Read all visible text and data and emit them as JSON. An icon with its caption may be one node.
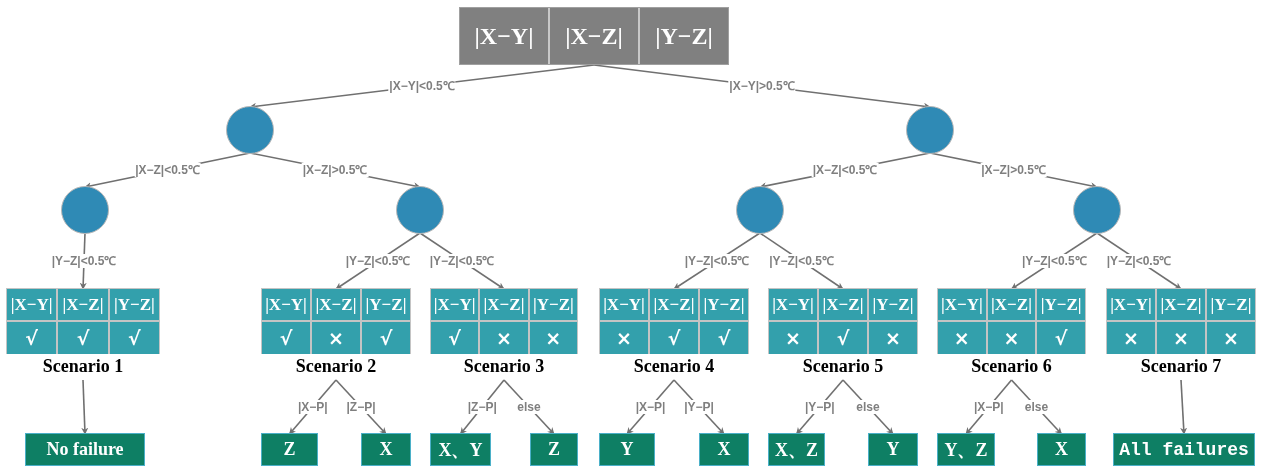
{
  "diagram": {
    "nodes": [
      {
        "text": [
          "|X−Y|",
          "|X−Z|",
          "|Y−Z|"
        ]
      },
      {
        "text": [],
        "shape": "circle"
      },
      {
        "text": [],
        "shape": "circle"
      },
      {
        "text": [],
        "shape": "circle"
      },
      {
        "text": [],
        "shape": "circle"
      },
      {
        "text": [],
        "shape": "circle"
      },
      {
        "text": [],
        "shape": "circle"
      },
      {
        "text": [
          "|X−Y|",
          "|X−Z|",
          "|Y−Z|",
          "√",
          "√",
          "√",
          "Scenario 1"
        ]
      },
      {
        "text": [
          "|X−Y|",
          "|X−Z|",
          "|Y−Z|",
          "√",
          "×",
          "√",
          "Scenario 2"
        ]
      },
      {
        "text": [
          "|X−Y|",
          "|X−Z|",
          "|Y−Z|",
          "√",
          "×",
          "×",
          "Scenario 3"
        ]
      },
      {
        "text": [
          "|X−Y|",
          "|X−Z|",
          "|Y−Z|",
          "×",
          "√",
          "√",
          "Scenario 4"
        ]
      },
      {
        "text": [
          "|X−Y|",
          "|X−Z|",
          "|Y−Z|",
          "×",
          "√",
          "×",
          "Scenario 5"
        ]
      },
      {
        "text": [
          "|X−Y|",
          "|X−Z|",
          "|Y−Z|",
          "×",
          "×",
          "√",
          "Scenario 6"
        ]
      },
      {
        "text": [
          "|X−Y|",
          "|X−Z|",
          "|Y−Z|",
          "×",
          "×",
          "×",
          "Scenario 7"
        ]
      },
      {
        "text": [
          "No failure"
        ]
      },
      {
        "text": [
          "Z"
        ]
      },
      {
        "text": [
          "X"
        ]
      },
      {
        "text": [
          "X、Y"
        ]
      },
      {
        "text": [
          "Z"
        ]
      },
      {
        "text": [
          "Y"
        ]
      },
      {
        "text": [
          "X"
        ]
      },
      {
        "text": [
          "X、Z"
        ]
      },
      {
        "text": [
          "Y"
        ]
      },
      {
        "text": [
          "Y、Z"
        ]
      },
      {
        "text": [
          "X"
        ]
      },
      {
        "text": [
          "All failures"
        ]
      }
    ],
    "edges": [
      {
        "from": 0,
        "to": 1,
        "arrow": "to",
        "label": "|X−Y|<0.5℃"
      },
      {
        "from": 0,
        "to": 2,
        "arrow": "to",
        "label": "|X−Y|>0.5℃"
      },
      {
        "from": 1,
        "to": 3,
        "arrow": "to",
        "label": "|X−Z|<0.5℃"
      },
      {
        "from": 1,
        "to": 4,
        "arrow": "to",
        "label": "|X−Z|>0.5℃"
      },
      {
        "from": 2,
        "to": 5,
        "arrow": "to",
        "label": "|X−Z|<0.5℃"
      },
      {
        "from": 2,
        "to": 6,
        "arrow": "to",
        "label": "|X−Z|>0.5℃"
      },
      {
        "from": 3,
        "to": 7,
        "arrow": "to",
        "label": "|Y−Z|<0.5℃"
      },
      {
        "from": 4,
        "to": 8,
        "arrow": "to",
        "label": "|Y−Z|<0.5℃"
      },
      {
        "from": 4,
        "to": 9,
        "arrow": "to",
        "label": "|Y−Z|<0.5℃"
      },
      {
        "from": 5,
        "to": 10,
        "arrow": "to",
        "label": "|Y−Z|<0.5℃"
      },
      {
        "from": 5,
        "to": 11,
        "arrow": "to",
        "label": "|Y−Z|<0.5℃"
      },
      {
        "from": 6,
        "to": 12,
        "arrow": "to",
        "label": "|Y−Z|<0.5℃"
      },
      {
        "from": 6,
        "to": 13,
        "arrow": "to",
        "label": "|Y−Z|<0.5℃"
      },
      {
        "from": 7,
        "to": 14,
        "arrow": "to"
      },
      {
        "from": 8,
        "to": 15,
        "arrow": "to",
        "label": "|X−P|"
      },
      {
        "from": 8,
        "to": 16,
        "arrow": "to",
        "label": "|Z−P|"
      },
      {
        "from": 9,
        "to": 17,
        "arrow": "to",
        "label": "|Z−P|"
      },
      {
        "from": 9,
        "to": 18,
        "arrow": "to",
        "label": "else"
      },
      {
        "from": 10,
        "to": 19,
        "arrow": "to",
        "label": "|X−P|"
      },
      {
        "from": 10,
        "to": 20,
        "arrow": "to",
        "label": "|Y−P|"
      },
      {
        "from": 11,
        "to": 21,
        "arrow": "to",
        "label": "|Y−P|"
      },
      {
        "from": 11,
        "to": 22,
        "arrow": "to",
        "label": "else"
      },
      {
        "from": 12,
        "to": 23,
        "arrow": "to",
        "label": "|X−P|"
      },
      {
        "from": 12,
        "to": 24,
        "arrow": "to",
        "label": "else"
      },
      {
        "from": 13,
        "to": 25,
        "arrow": "to"
      }
    ]
  }
}
